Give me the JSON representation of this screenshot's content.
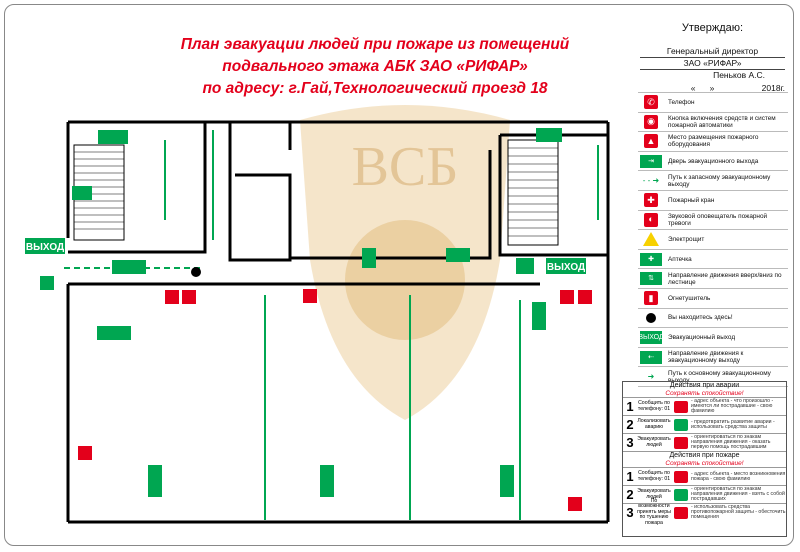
{
  "title": {
    "line1": "План эвакуации людей при пожаре из помещений",
    "line2": "подвального этажа АБК ЗАО «РИФАР»",
    "line3": "по адресу: г.Гай,Технологический проезд 18"
  },
  "approve": {
    "header": "Утверждаю:",
    "position": "Генеральный директор",
    "company": "ЗАО «РИФАР»",
    "name": "Пеньков А.С.",
    "date": "«___»__________2018г."
  },
  "plan": {
    "exit_left": "ВЫХОД",
    "exit_right": "ВЫХОД"
  },
  "legend": [
    {
      "icon": "phone-icon",
      "glyph": "✆",
      "kind": "red",
      "label": "Телефон"
    },
    {
      "icon": "alarm-button-icon",
      "glyph": "◉",
      "kind": "red",
      "label": "Кнопка включения средств и систем пожарной автоматики"
    },
    {
      "icon": "fire-equipment-icon",
      "glyph": "▲",
      "kind": "red",
      "label": "Место размещения пожарного оборудования"
    },
    {
      "icon": "exit-door-icon",
      "glyph": "⇥",
      "kind": "grn",
      "label": "Дверь эвакуационного выхода"
    },
    {
      "icon": "reserve-path-icon",
      "glyph": "- - ➜",
      "kind": "line",
      "label": "Путь к запасному эвакуационному выходу"
    },
    {
      "icon": "fire-hydrant-icon",
      "glyph": "✚",
      "kind": "red",
      "label": "Пожарный кран"
    },
    {
      "icon": "siren-icon",
      "glyph": "◐",
      "kind": "red",
      "label": "Звуковой оповещатель пожарной тревоги"
    },
    {
      "icon": "electric-panel-icon",
      "glyph": "",
      "kind": "yel",
      "label": "Электрощит"
    },
    {
      "icon": "first-aid-icon",
      "glyph": "✚",
      "kind": "grn",
      "label": "Аптечка"
    },
    {
      "icon": "stairs-direction-icon",
      "glyph": "⇅",
      "kind": "grn",
      "label": "Направление движения вверх/вниз по лестнице"
    },
    {
      "icon": "extinguisher-icon",
      "glyph": "▮",
      "kind": "red",
      "label": "Огнетушитель"
    },
    {
      "icon": "you-are-here-icon",
      "glyph": "",
      "kind": "dot",
      "label": "Вы находитесь здесь!"
    },
    {
      "icon": "exit-sign-icon",
      "glyph": "ВЫХОД",
      "kind": "grn",
      "label": "Эвакуационный выход"
    },
    {
      "icon": "direction-arrow-icon",
      "glyph": "⇠",
      "kind": "grn",
      "label": "Направление движения к эвакуационному выходу"
    },
    {
      "icon": "main-path-icon",
      "glyph": "➜",
      "kind": "line",
      "label": "Путь к основному эвакуационному выходу"
    }
  ],
  "actions": {
    "accident_header": "Действия при аварии",
    "accident_sub": "Сохранять спокойствие!",
    "accident_steps": [
      {
        "num": "1",
        "text": "Сообщить по телефону: 01",
        "desc": "- адрес объекта - что произошло - имеются ли пострадавшие - свою фамилию"
      },
      {
        "num": "2",
        "text": "Локализовать аварию",
        "desc": "- предотвратить развитие аварии - использовать средства защиты"
      },
      {
        "num": "3",
        "text": "Эвакуировать людей",
        "desc": "- ориентироваться по знакам направления движения - оказать первую помощь пострадавшим"
      }
    ],
    "fire_header": "Действия при пожаре",
    "fire_sub": "Сохранять спокойствие!",
    "fire_steps": [
      {
        "num": "1",
        "text": "Сообщить по телефону: 01",
        "desc": "- адрес объекта - место возникновения пожара - свою фамилию"
      },
      {
        "num": "2",
        "text": "Эвакуировать людей",
        "desc": "- ориентироваться по знакам направления движения - взять с собой пострадавших"
      },
      {
        "num": "3",
        "text": "По возможности принять меры по тушению пожара",
        "desc": "- использовать средства противопожарной защиты - обесточить помещения"
      }
    ]
  },
  "colors": {
    "red": "#e3001b",
    "green": "#00a651",
    "wall": "#000000"
  }
}
